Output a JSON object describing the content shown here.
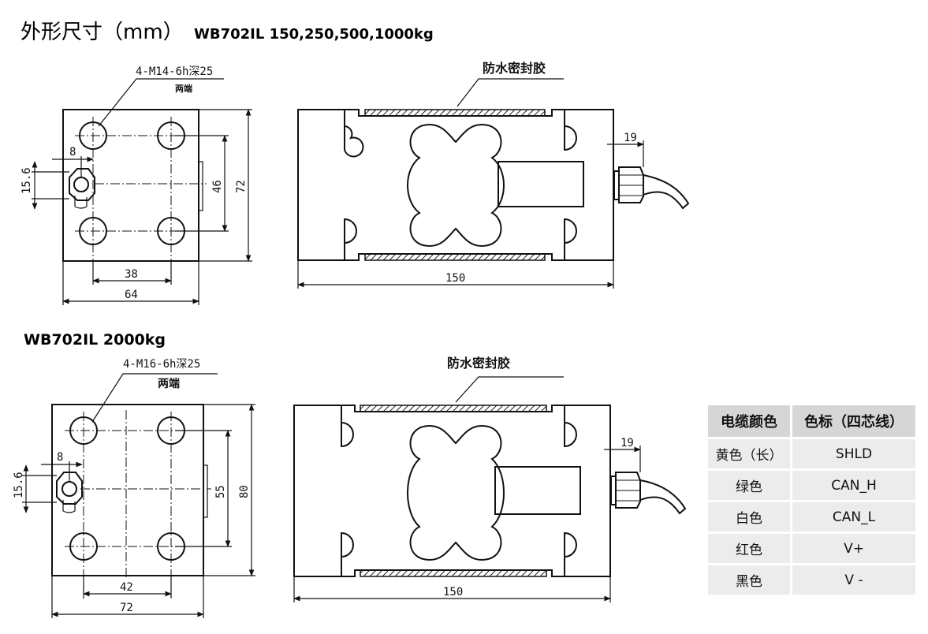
{
  "header": {
    "title_cn": "外形尺寸（mm）",
    "title_model": "WB702IL 150,250,500,1000kg"
  },
  "section2": {
    "title": "WB702IL  2000kg"
  },
  "top_view_1": {
    "thread_note": "4-M14-6h深25",
    "both_ends": "两端",
    "dim_8": "8",
    "dim_15_6": "15.6",
    "dim_46": "46",
    "dim_72": "72",
    "dim_38": "38",
    "dim_64": "64"
  },
  "side_view_1": {
    "seal_label": "防水密封胶",
    "dim_19": "19",
    "dim_150": "150"
  },
  "top_view_2": {
    "thread_note": "4-M16-6h深25",
    "both_ends": "两端",
    "dim_8": "8",
    "dim_15_6": "15.6",
    "dim_55": "55",
    "dim_80": "80",
    "dim_42": "42",
    "dim_72": "72"
  },
  "side_view_2": {
    "seal_label": "防水密封胶",
    "dim_19": "19",
    "dim_150": "150"
  },
  "wire_table": {
    "headers": [
      "电缆颜色",
      "色标（四芯线）"
    ],
    "rows": [
      [
        "黄色（长）",
        "SHLD"
      ],
      [
        "绿色",
        "CAN_H"
      ],
      [
        "白色",
        "CAN_L"
      ],
      [
        "红色",
        "V+"
      ],
      [
        "黑色",
        "V -"
      ]
    ]
  }
}
